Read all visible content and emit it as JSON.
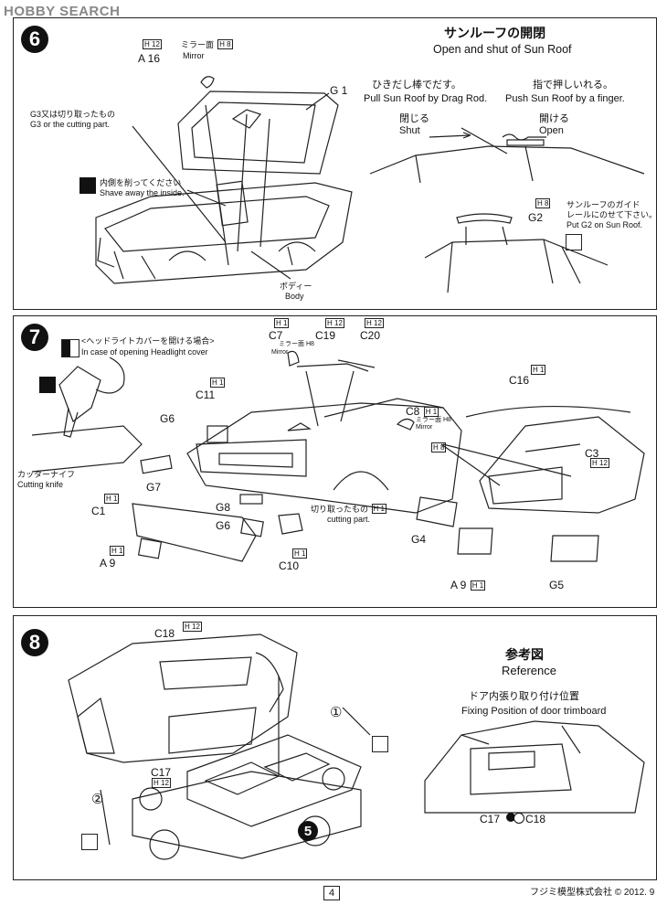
{
  "watermark": "HOBBY SEARCH",
  "step6": {
    "number": "6",
    "title_jp": "サンルーフの開閉",
    "title_en": "Open and shut of Sun Roof",
    "a16": "A 16",
    "a16_h": "H 12",
    "mirror_jp": "ミラー面",
    "mirror_h": "H 8",
    "mirror_en": "Mirror",
    "g1": "G 1",
    "g3_note_jp": "G3又は切り取ったもの",
    "g3_note_en": "G3 or the cutting part.",
    "shave_jp": "内側を削ってください",
    "shave_en": "Shave away the inside.",
    "body_jp": "ボディー",
    "body_en": "Body",
    "pull_jp": "ひきだし棒でだす。",
    "pull_en": "Pull Sun Roof by Drag Rod.",
    "push_jp": "指で押しいれる。",
    "push_en": "Push Sun Roof by a finger.",
    "shut_jp": "閉じる",
    "shut_en": "Shut",
    "open_jp": "開ける",
    "open_en": "Open",
    "g2": "G2",
    "g2_h": "H 8",
    "guide_jp1": "サンルーフのガイド",
    "guide_jp2": "レールにのせて下さい。",
    "guide_en": "Put G2 on Sun Roof."
  },
  "step7": {
    "number": "7",
    "headlight_jp": "<ヘッドライトカバーを開ける場合>",
    "headlight_en": "In case of opening Headlight cover",
    "cutting_knife_jp": "カッターナイフ",
    "cutting_knife_en": "Cutting knife",
    "c7": "C7",
    "c7_h": "H 1",
    "c7_mirror": "ミラー面 H8",
    "c7_mirror_en": "Mirror",
    "c19": "C19",
    "c19_h": "H 12",
    "c20": "C20",
    "c20_h": "H 12",
    "c11": "C11",
    "c11_h": "H 1",
    "g6": "G6",
    "c8": "C8",
    "c8_h": "H 1",
    "c8_mirror": "ミラー面 H8",
    "c8_mirror_en": "Mirror",
    "g7": "G7",
    "c1": "C1",
    "c1_h": "H 1",
    "g8": "G8",
    "g6b": "G6",
    "cut_jp": "切り取ったもの",
    "cut_h": "H 1",
    "cut_en": "cutting part.",
    "a9": "A 9",
    "a9_h": "H 1",
    "c10": "C10",
    "c10_h": "H 1",
    "c16": "C16",
    "c16_h": "H 1",
    "h8": "H 8",
    "c3": "C3",
    "c3_h": "H 12",
    "g4": "G4",
    "a9b": "A 9",
    "a9b_h": "H 1",
    "g5": "G5"
  },
  "step8": {
    "number": "8",
    "c18": "C18",
    "c18_h": "H 12",
    "c17": "C17",
    "c17_h": "H 12",
    "circle1": "①",
    "circle2": "②",
    "sub5": "5",
    "ref_jp": "参考図",
    "ref_en": "Reference",
    "door_jp": "ドア内張り取り付け位置",
    "door_en": "Fixing Position of door trimboard",
    "ref_c17": "C17",
    "ref_c18": "C18"
  },
  "footer": {
    "page": "4",
    "copyright": "フジミ模型株式会社 © 2012. 9"
  }
}
